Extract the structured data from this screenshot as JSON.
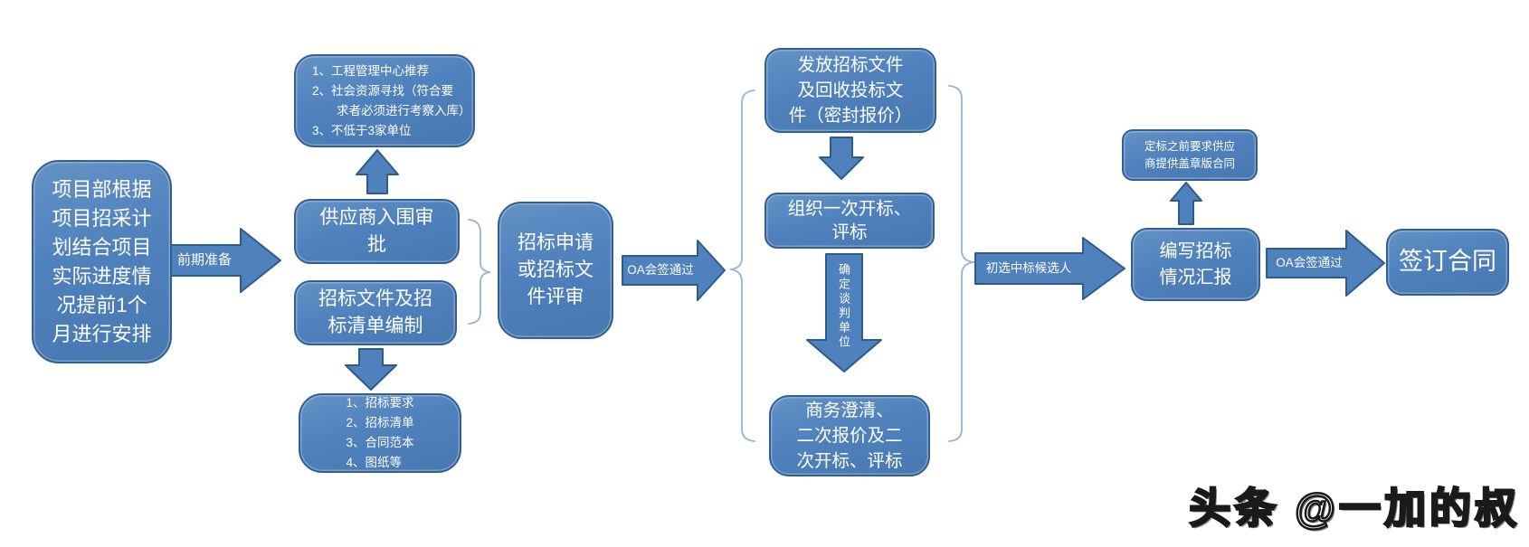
{
  "colors": {
    "box_fill": "#4f81bd",
    "box_border": "#2f5f93",
    "arrow_fill": "#4f81bd",
    "arrow_border": "#2e5c8a",
    "brace": "#95b3d7",
    "box_text": "#ffffff",
    "watermark_outline": "#1a1a1a"
  },
  "flow": {
    "plan": "项目部根据\n项目招采计\n划结合项目\n实际进度情\n况提前1个\n月进行安排",
    "prep_label": "前期准备",
    "supplier_list": "1、工程管理中心推荐\n2、社会资源寻找（符合要\n　　求者必须进行考察入库）\n3、不低于3家单位",
    "approve": "供应商入围审\n批",
    "docs": "招标文件及招\n标清单编制",
    "docs_list": "1、招标要求\n2、招标清单\n3、合同范本\n4、图纸等",
    "review": "招标申请\n或招标文\n件评审",
    "oa_label_1": "OA会签通过",
    "issue": "发放招标文件\n及回收投标文\n件（密封报价）",
    "open_bid": "组织一次开标、\n评标",
    "negotiate_label": "确定谈判单位",
    "clarify": "商务澄清、\n二次报价及二\n次开标、评标",
    "candidate_label": "初选中标候选人",
    "report": "编写招标\n情况汇报",
    "seal_note": "定标之前要求供应\n商提供盖章版合同",
    "oa_label_2": "OA会签通过",
    "sign": "签订合同",
    "watermark": "头条 @一加的叔"
  }
}
